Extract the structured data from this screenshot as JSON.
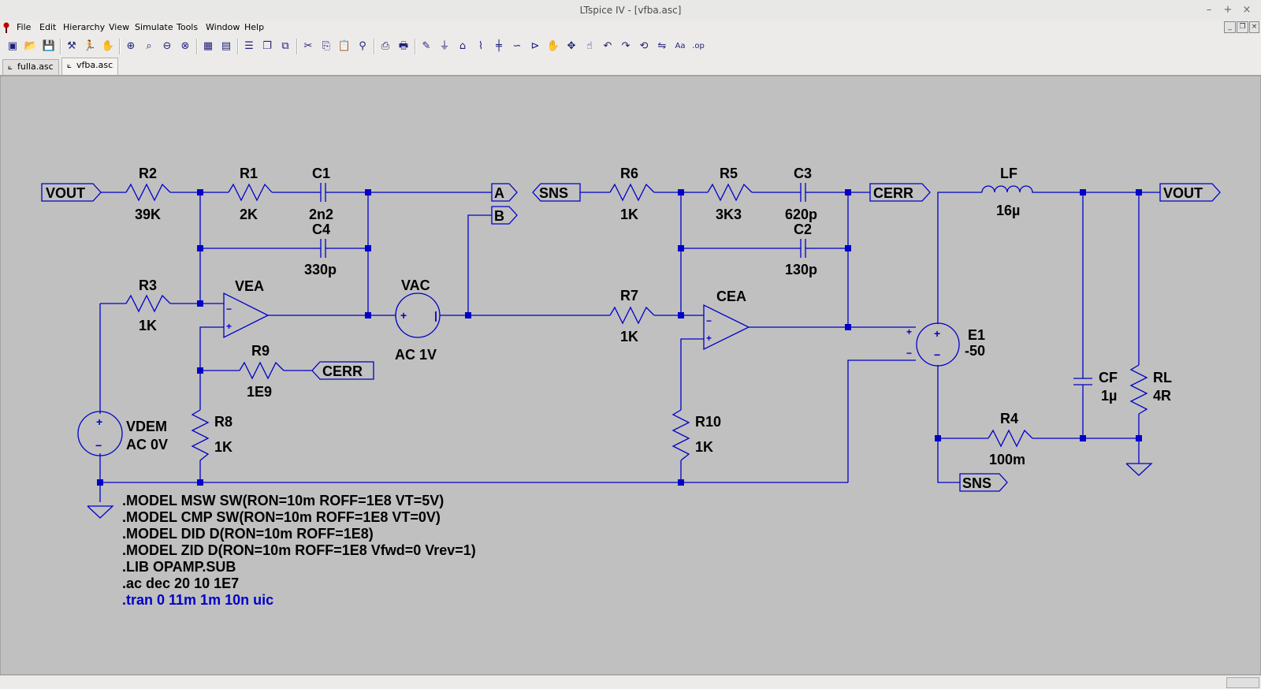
{
  "window": {
    "title": "LTspice IV - [vfba.asc]"
  },
  "menu": [
    "File",
    "Edit",
    "Hierarchy",
    "View",
    "Simulate",
    "Tools",
    "Window",
    "Help"
  ],
  "toolbar_icons": [
    "new-schematic-icon",
    "open-icon",
    "save-icon",
    "control-panel-icon",
    "run-icon",
    "halt-icon",
    "zoom-in-icon",
    "zoom-full-icon",
    "zoom-out-icon",
    "zoom-cancel-icon",
    "autorange-icon",
    "plot-settings-icon",
    "tile-horizontal-icon",
    "cascade-icon",
    "close-all-icon",
    "cut-icon",
    "copy-icon",
    "paste-icon",
    "find-icon",
    "print-setup-icon",
    "print-icon",
    "draw-wire-icon",
    "ground-icon",
    "label-net-icon",
    "resistor-icon",
    "capacitor-icon",
    "inductor-icon",
    "diode-icon",
    "component-icon",
    "move-icon",
    "drag-icon",
    "undo-icon",
    "redo-icon",
    "rotate-icon",
    "mirror-icon",
    "text-icon",
    "spice-directive-icon"
  ],
  "tabs": [
    {
      "label": "fulla.asc",
      "active": false
    },
    {
      "label": "vfba.asc",
      "active": true
    }
  ],
  "colors": {
    "wire": "#0000c8",
    "text": "#000000",
    "directive_active": "#0000c8",
    "canvas_bg": "#c0c0c0"
  },
  "schematic": {
    "net_labels": [
      "VOUT",
      "A",
      "B",
      "SNS",
      "CERR",
      "VOUT",
      "CERR",
      "SNS"
    ],
    "components": [
      {
        "ref": "R2",
        "value": "39K"
      },
      {
        "ref": "R1",
        "value": "2K"
      },
      {
        "ref": "C1",
        "value": "2n2"
      },
      {
        "ref": "C4",
        "value": "330p"
      },
      {
        "ref": "R3",
        "value": "1K"
      },
      {
        "ref": "VEA",
        "value": ""
      },
      {
        "ref": "VAC",
        "value": "AC 1V"
      },
      {
        "ref": "R9",
        "value": "1E9"
      },
      {
        "ref": "R8",
        "value": "1K"
      },
      {
        "ref": "VDEM",
        "value": "AC 0V"
      },
      {
        "ref": "R6",
        "value": "1K"
      },
      {
        "ref": "R5",
        "value": "3K3"
      },
      {
        "ref": "C3",
        "value": "620p"
      },
      {
        "ref": "C2",
        "value": "130p"
      },
      {
        "ref": "R7",
        "value": "1K"
      },
      {
        "ref": "CEA",
        "value": ""
      },
      {
        "ref": "R10",
        "value": "1K"
      },
      {
        "ref": "LF",
        "value": "16µ"
      },
      {
        "ref": "E1",
        "value": "-50"
      },
      {
        "ref": "CF",
        "value": "1µ"
      },
      {
        "ref": "RL",
        "value": "4R"
      },
      {
        "ref": "R4",
        "value": "100m"
      }
    ],
    "directives": [
      ".MODEL MSW SW(RON=10m ROFF=1E8 VT=5V)",
      ".MODEL CMP SW(RON=10m ROFF=1E8 VT=0V)",
      ".MODEL DID D(RON=10m ROFF=1E8)",
      ".MODEL ZID D(RON=10m ROFF=1E8 Vfwd=0 Vrev=1)",
      ".LIB OPAMP.SUB",
      ".ac dec 20 10 1E7"
    ],
    "active_directive": ".tran 0 11m 1m 10n uic"
  }
}
